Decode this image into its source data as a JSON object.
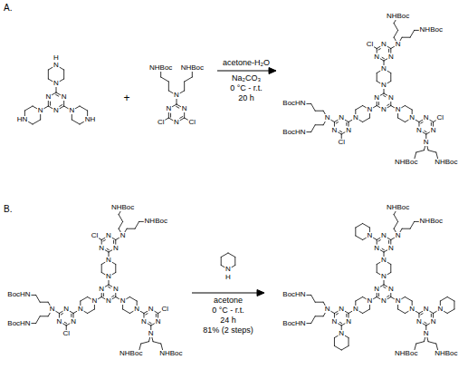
{
  "diagram": {
    "labels": [
      "A.",
      "N",
      "N",
      "N",
      "N",
      "N",
      "H",
      "N",
      "HN",
      "N",
      "NH",
      "+",
      "N",
      "N",
      "N",
      "N",
      "NHBoc",
      "NHBoc",
      "Cl",
      "Cl",
      "acetone-H₂O",
      "Na₂CO₃",
      "0 °C - r.t.",
      "20 h",
      "N",
      "N",
      "N",
      "N",
      "N",
      "N",
      "N",
      "N",
      "Cl",
      "N",
      "NHBoc",
      "NHBoc",
      "N",
      "N",
      "N",
      "N",
      "N",
      "Cl",
      "N",
      "BocHN",
      "BocHN",
      "N",
      "N",
      "N",
      "N",
      "N",
      "Cl",
      "N",
      "NHBoc",
      "NHBoc",
      "B.",
      "N",
      "N",
      "N",
      "N",
      "N",
      "N",
      "N",
      "N",
      "Cl",
      "N",
      "NHBoc",
      "NHBoc",
      "N",
      "N",
      "N",
      "N",
      "N",
      "Cl",
      "N",
      "BocHN",
      "BocHN",
      "N",
      "N",
      "N",
      "N",
      "N",
      "Cl",
      "N",
      "NHBoc",
      "NHBoc",
      "N",
      "H",
      "acetone",
      "0 °C - r.t.",
      "24 h",
      "81% (2 steps)",
      "N",
      "N",
      "N",
      "N",
      "N",
      "N",
      "N",
      "N",
      "N",
      "N",
      "NHBoc",
      "NHBoc",
      "N",
      "N",
      "N",
      "N",
      "N",
      "N",
      "N",
      "BocHN",
      "BocHN",
      "N",
      "N",
      "N",
      "N",
      "N",
      "N",
      "N",
      "NHBoc",
      "NHBoc"
    ]
  }
}
